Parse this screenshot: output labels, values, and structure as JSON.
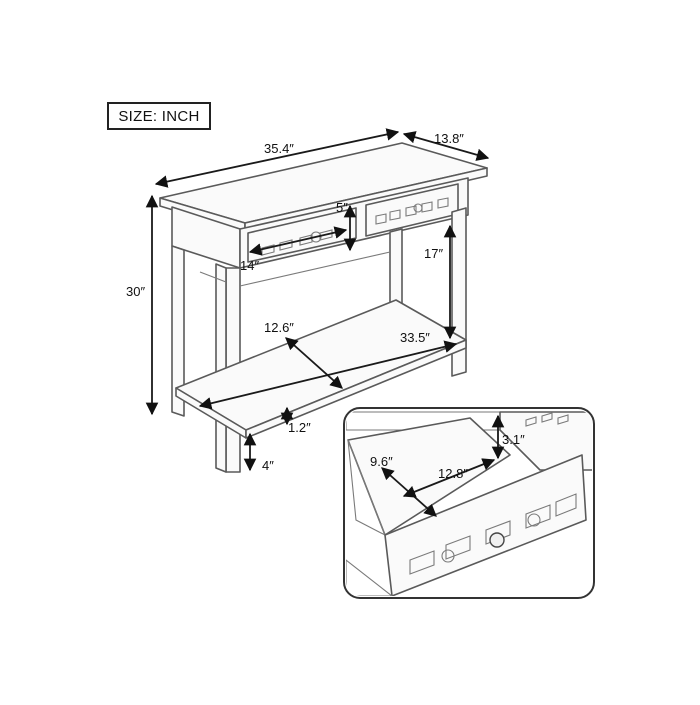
{
  "size_label": "SIZE: INCH",
  "dimensions": {
    "width": "35.4″",
    "depth": "13.8″",
    "height": "30″",
    "drawer_height": "5″",
    "drawer_width": "14″",
    "shelf_clearance": "17″",
    "shelf_depth": "12.6″",
    "shelf_width": "33.5″",
    "shelf_thickness": "1.2″",
    "leg_clearance": "4″"
  },
  "drawer_detail": {
    "inner_depth": "9.6″",
    "inner_width": "12.8″",
    "inner_height": "3.1″"
  }
}
